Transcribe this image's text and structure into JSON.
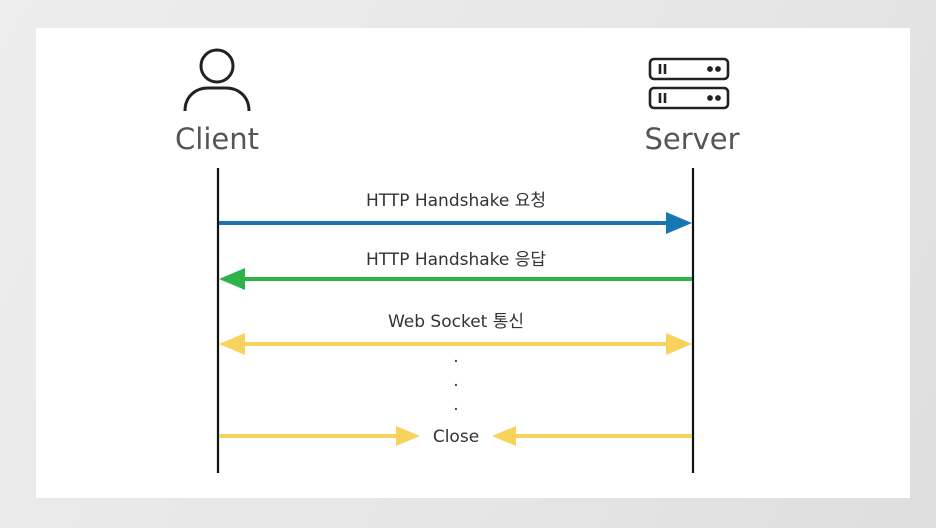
{
  "actors": {
    "client": {
      "label": "Client",
      "icon": "person-icon"
    },
    "server": {
      "label": "Server",
      "icon": "server-icon"
    }
  },
  "messages": [
    {
      "label": "HTTP Handshake 요청",
      "direction": "client-to-server",
      "color": "#1a75b3"
    },
    {
      "label": "HTTP Handshake 응답",
      "direction": "server-to-client",
      "color": "#2db34a"
    },
    {
      "label": "Web Socket 통신",
      "direction": "bidirectional",
      "color": "#f7d25c"
    }
  ],
  "ellipsis": ".",
  "close": {
    "label": "Close",
    "color": "#f7d25c"
  }
}
